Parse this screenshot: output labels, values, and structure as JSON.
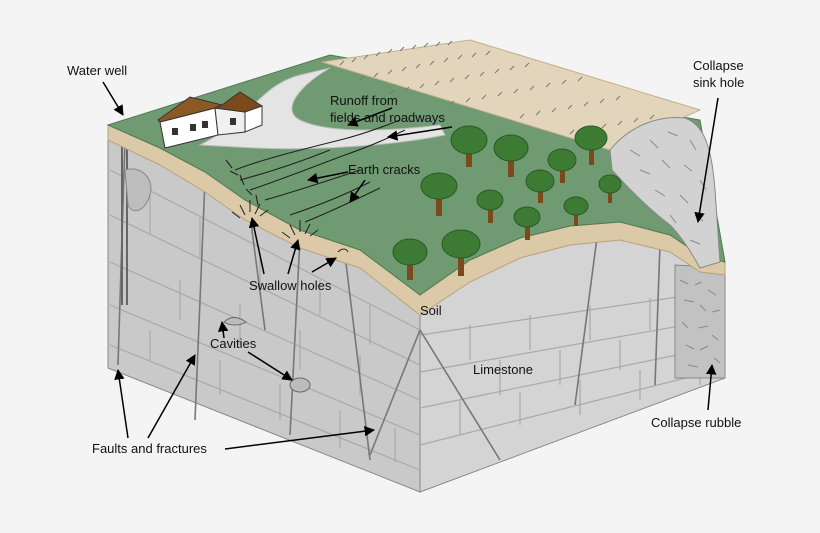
{
  "labels": {
    "water_well": "Water well",
    "runoff_line1": "Runoff from",
    "runoff_line2": "fields and roadways",
    "earth_cracks": "Earth cracks",
    "collapse_sink_line1": "Collapse",
    "collapse_sink_line2": "sink hole",
    "swallow_holes": "Swallow holes",
    "soil": "Soil",
    "cavities": "Cavities",
    "limestone": "Limestone",
    "faults_fractures": "Faults and fractures",
    "collapse_rubble": "Collapse rubble"
  },
  "colors": {
    "grass": "#6f9a72",
    "soil": "#dcc9a8",
    "limestone_front": "#c9c9c9",
    "limestone_side": "#d8d8d8",
    "tree_canopy": "#3d7a34",
    "tree_trunk": "#7a4a1c",
    "roof": "#8b5a24",
    "road": "#e4e4e4"
  }
}
